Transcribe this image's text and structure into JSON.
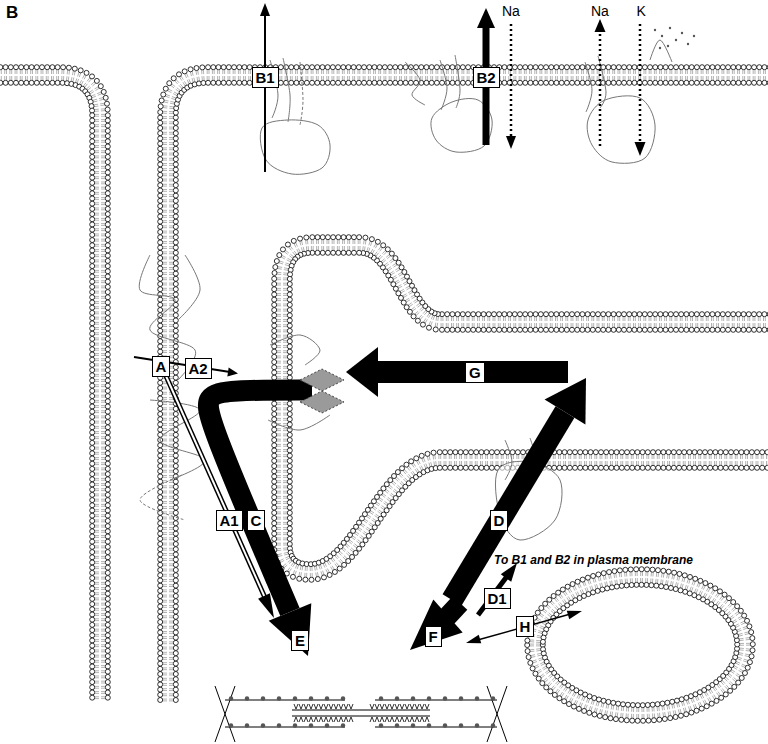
{
  "diagram": {
    "nodes": [
      {
        "text": [
          "B1"
        ]
      },
      {
        "text": [
          "B2"
        ]
      },
      {
        "text": [
          "A"
        ]
      },
      {
        "text": [
          "A2"
        ]
      },
      {
        "text": [
          "G"
        ]
      },
      {
        "text": [
          "A1"
        ]
      },
      {
        "text": [
          "C"
        ]
      },
      {
        "text": [
          "D"
        ]
      },
      {
        "text": [
          "D1"
        ]
      },
      {
        "text": [
          "E"
        ]
      },
      {
        "text": [
          "F"
        ]
      },
      {
        "text": [
          "H"
        ]
      }
    ],
    "labels": [
      "B",
      "Na",
      "Na",
      "K",
      "To B1 and B2 in plasma membrane"
    ]
  }
}
